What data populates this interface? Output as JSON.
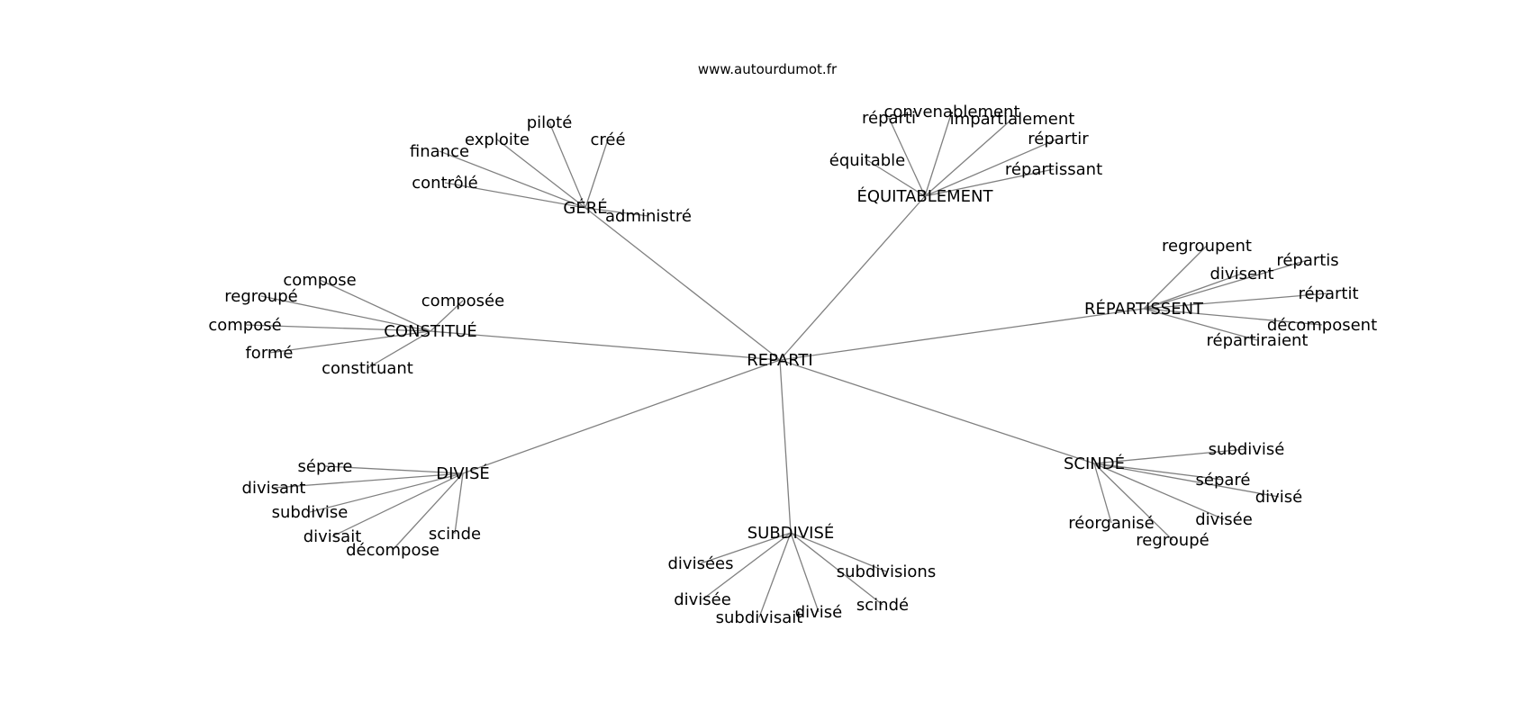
{
  "site_label": "www.autourdumot.fr",
  "center": {
    "label": "REPARTI",
    "hubs": [
      {
        "label": "GÉRÉ",
        "leaves": [
          "piloté",
          "créé",
          "exploite",
          "finance",
          "contrôlé",
          "administré"
        ]
      },
      {
        "label": "ÉQUITABLEMENT",
        "leaves": [
          "réparti",
          "convenablement",
          "impartialement",
          "répartir",
          "équitable",
          "répartissant"
        ]
      },
      {
        "label": "CONSTITUÉ",
        "leaves": [
          "compose",
          "composée",
          "regroupé",
          "composé",
          "formé",
          "constituant"
        ]
      },
      {
        "label": "RÉPARTISSENT",
        "leaves": [
          "regroupent",
          "répartis",
          "divisent",
          "répartit",
          "décomposent",
          "répartiraient"
        ]
      },
      {
        "label": "DIVISÉ",
        "leaves": [
          "sépare",
          "divisant",
          "subdivise",
          "divisait",
          "décompose",
          "scinde"
        ]
      },
      {
        "label": "SCINDÉ",
        "leaves": [
          "subdivisé",
          "séparé",
          "divisé",
          "divisée",
          "réorganisé",
          "regroupé"
        ]
      },
      {
        "label": "SUBDIVISÉ",
        "leaves": [
          "divisées",
          "subdivisions",
          "divisée",
          "subdivisait",
          "divisé",
          "scindé"
        ]
      }
    ]
  }
}
